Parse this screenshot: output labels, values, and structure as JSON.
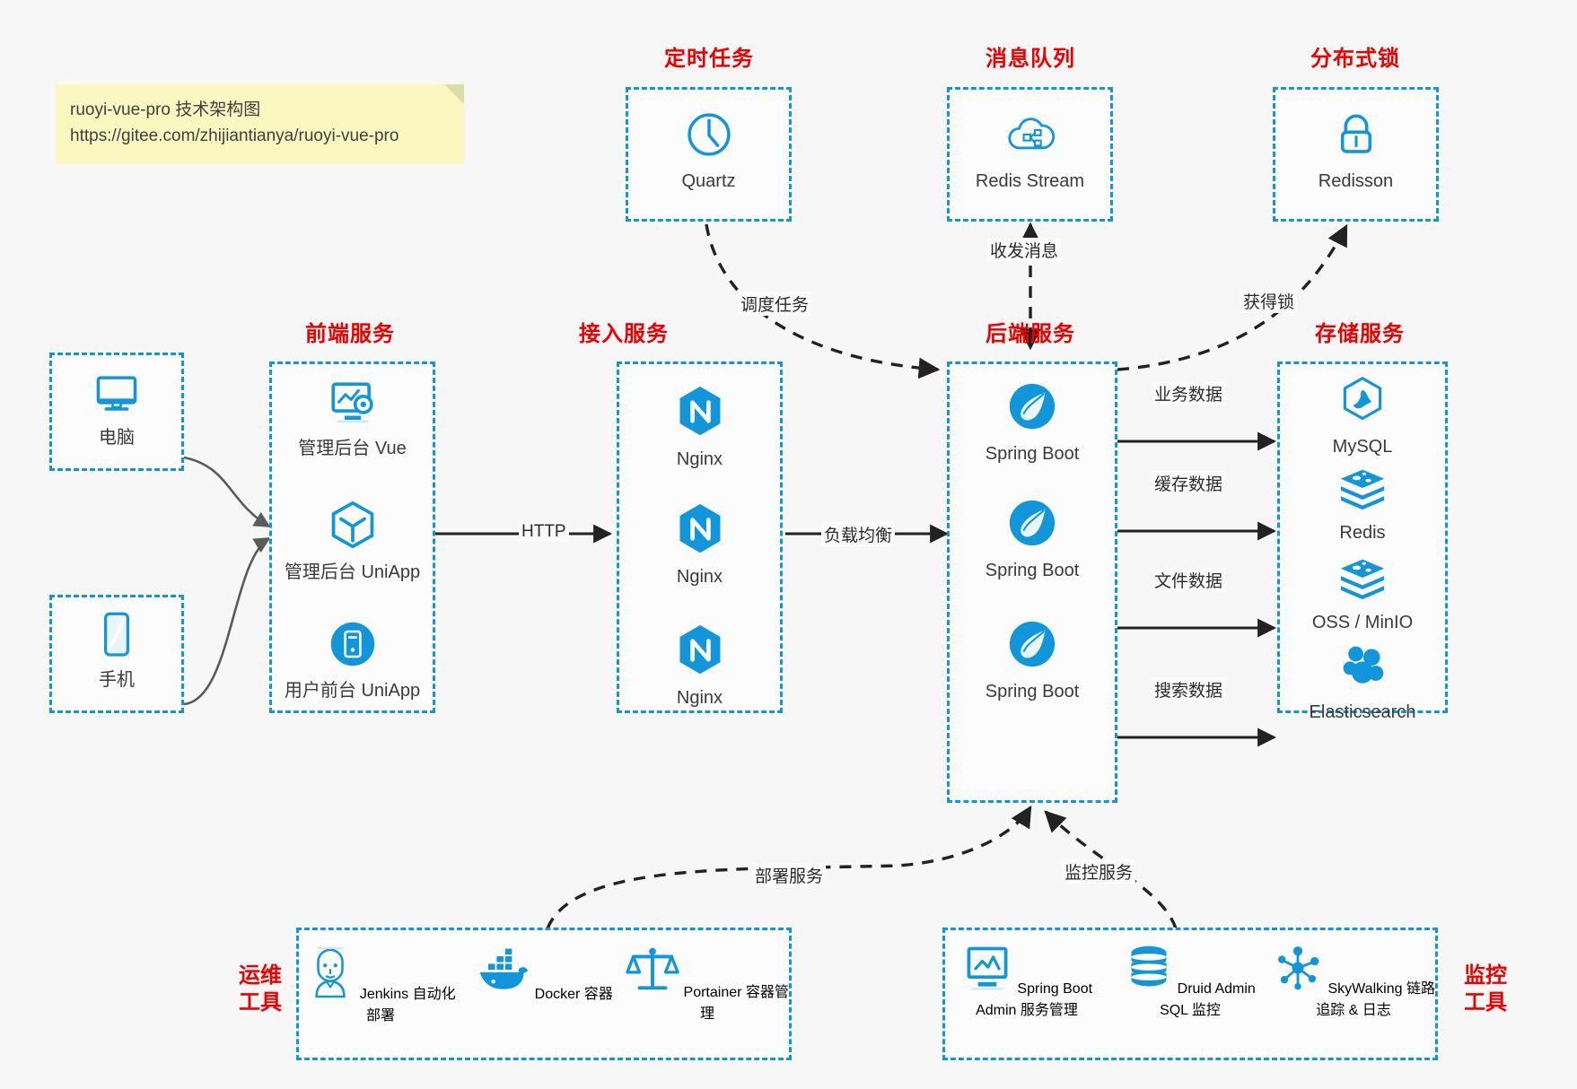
{
  "note": {
    "line1": "ruoyi-vue-pro 技术架构图",
    "line2": "https://gitee.com/zhijiantianya/ruoyi-vue-pro"
  },
  "colors": {
    "accent_blue": "#1296db",
    "title_red": "#ef0000",
    "edge_gray": "#5a5a5a",
    "edge_black": "#222222",
    "note_yellow": "#fbf7c0",
    "canvas": "#f7f7f7"
  },
  "groups": {
    "scheduled_task": {
      "title": "定时任务"
    },
    "message_queue": {
      "title": "消息队列"
    },
    "distributed_lock": {
      "title": "分布式锁"
    },
    "frontend": {
      "title": "前端服务"
    },
    "gateway": {
      "title": "接入服务"
    },
    "backend": {
      "title": "后端服务"
    },
    "storage": {
      "title": "存储服务"
    },
    "devops": {
      "title_line1": "运维",
      "title_line2": "工具"
    },
    "monitor": {
      "title_line1": "监控",
      "title_line2": "工具"
    }
  },
  "clients": [
    {
      "label": "电脑",
      "icon": "desktop-icon"
    },
    {
      "label": "手机",
      "icon": "mobile-phone-icon"
    }
  ],
  "scheduled_task_nodes": [
    {
      "label": "Quartz",
      "icon": "clock-icon"
    }
  ],
  "message_queue_nodes": [
    {
      "label": "Redis Stream",
      "icon": "cloud-stream-icon"
    }
  ],
  "distributed_lock_nodes": [
    {
      "label": "Redisson",
      "icon": "lock-icon"
    }
  ],
  "frontend_nodes": [
    {
      "label": "管理后台 Vue",
      "icon": "dashboard-settings-icon"
    },
    {
      "label": "管理后台 UniApp",
      "icon": "cube-icon"
    },
    {
      "label": "用户前台 UniApp",
      "icon": "app-icon"
    }
  ],
  "gateway_nodes": [
    {
      "label": "Nginx",
      "icon": "nginx-icon"
    },
    {
      "label": "Nginx",
      "icon": "nginx-icon"
    },
    {
      "label": "Nginx",
      "icon": "nginx-icon"
    }
  ],
  "backend_nodes": [
    {
      "label": "Spring Boot",
      "icon": "spring-icon"
    },
    {
      "label": "Spring Boot",
      "icon": "spring-icon"
    },
    {
      "label": "Spring Boot",
      "icon": "spring-icon"
    }
  ],
  "storage_nodes": [
    {
      "label": "MySQL",
      "icon": "mysql-icon"
    },
    {
      "label": "Redis",
      "icon": "redis-icon"
    },
    {
      "label": "OSS / MinIO",
      "icon": "oss-icon"
    },
    {
      "label": "Elasticsearch",
      "icon": "elasticsearch-icon"
    }
  ],
  "devops_nodes": [
    {
      "label": "Jenkins",
      "sublabel": "自动化部署",
      "icon": "jenkins-icon"
    },
    {
      "label": "Docker",
      "sublabel": "容器",
      "icon": "docker-icon"
    },
    {
      "label": "Portainer",
      "sublabel": "容器管理",
      "icon": "scales-icon"
    }
  ],
  "monitor_nodes": [
    {
      "label": "Spring Boot Admin",
      "sublabel": "服务管理",
      "icon": "monitor-chart-icon"
    },
    {
      "label": "Druid Admin",
      "sublabel": "SQL 监控",
      "icon": "database-icon"
    },
    {
      "label": "SkyWalking",
      "sublabel": "链路追踪 & 日志",
      "icon": "skywalking-icon"
    }
  ],
  "edges": [
    {
      "name": "http",
      "label": "HTTP"
    },
    {
      "name": "load-balance",
      "label": "负载均衡"
    },
    {
      "name": "schedule-task",
      "label": "调度任务"
    },
    {
      "name": "send-receive-message",
      "label": "收发消息"
    },
    {
      "name": "acquire-lock",
      "label": "获得锁"
    },
    {
      "name": "business-data",
      "label": "业务数据"
    },
    {
      "name": "cache-data",
      "label": "缓存数据"
    },
    {
      "name": "file-data",
      "label": "文件数据"
    },
    {
      "name": "search-data",
      "label": "搜索数据"
    },
    {
      "name": "deploy-service",
      "label": "部署服务"
    },
    {
      "name": "monitor-service",
      "label": "监控服务"
    }
  ]
}
